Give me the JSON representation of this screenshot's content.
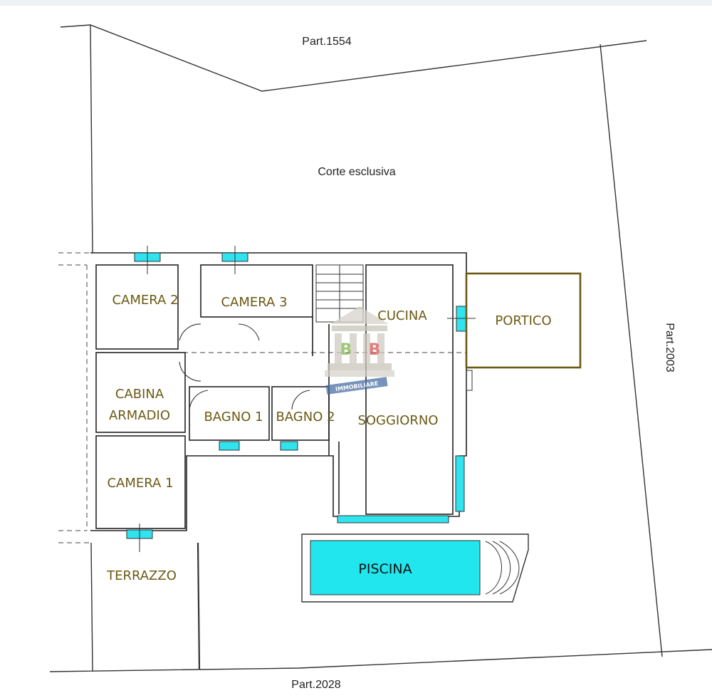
{
  "site": {
    "parcel_north": "Part.1554",
    "courtyard": "Corte esclusiva",
    "parcel_east": "Part.2003",
    "parcel_south": "Part.2028"
  },
  "rooms": {
    "camera2": "CAMERA 2",
    "camera3": "CAMERA 3",
    "cucina": "CUCINA",
    "portico": "PORTICO",
    "cabina_line1": "CABINA",
    "cabina_line2": "ARMADIO",
    "bagno1": "BAGNO 1",
    "bagno2": "BAGNO 2",
    "soggiorno": "SOGGIORNO",
    "camera1": "CAMERA 1",
    "terrazzo": "TERRAZZO",
    "piscina": "PISCINA"
  },
  "watermark": {
    "letters_left": "B",
    "letters_right": "B",
    "banner": "IMMOBILIARE"
  },
  "colors": {
    "wall": "#222222",
    "room_label": "#6b5a14",
    "window_glass": "#2fe3ef",
    "pool_water": "#21e6ee",
    "portico_outline": "#6b5a14",
    "watermark_green": "#7fb34a",
    "watermark_red": "#d9534f",
    "watermark_banner": "#4a6fa5"
  }
}
